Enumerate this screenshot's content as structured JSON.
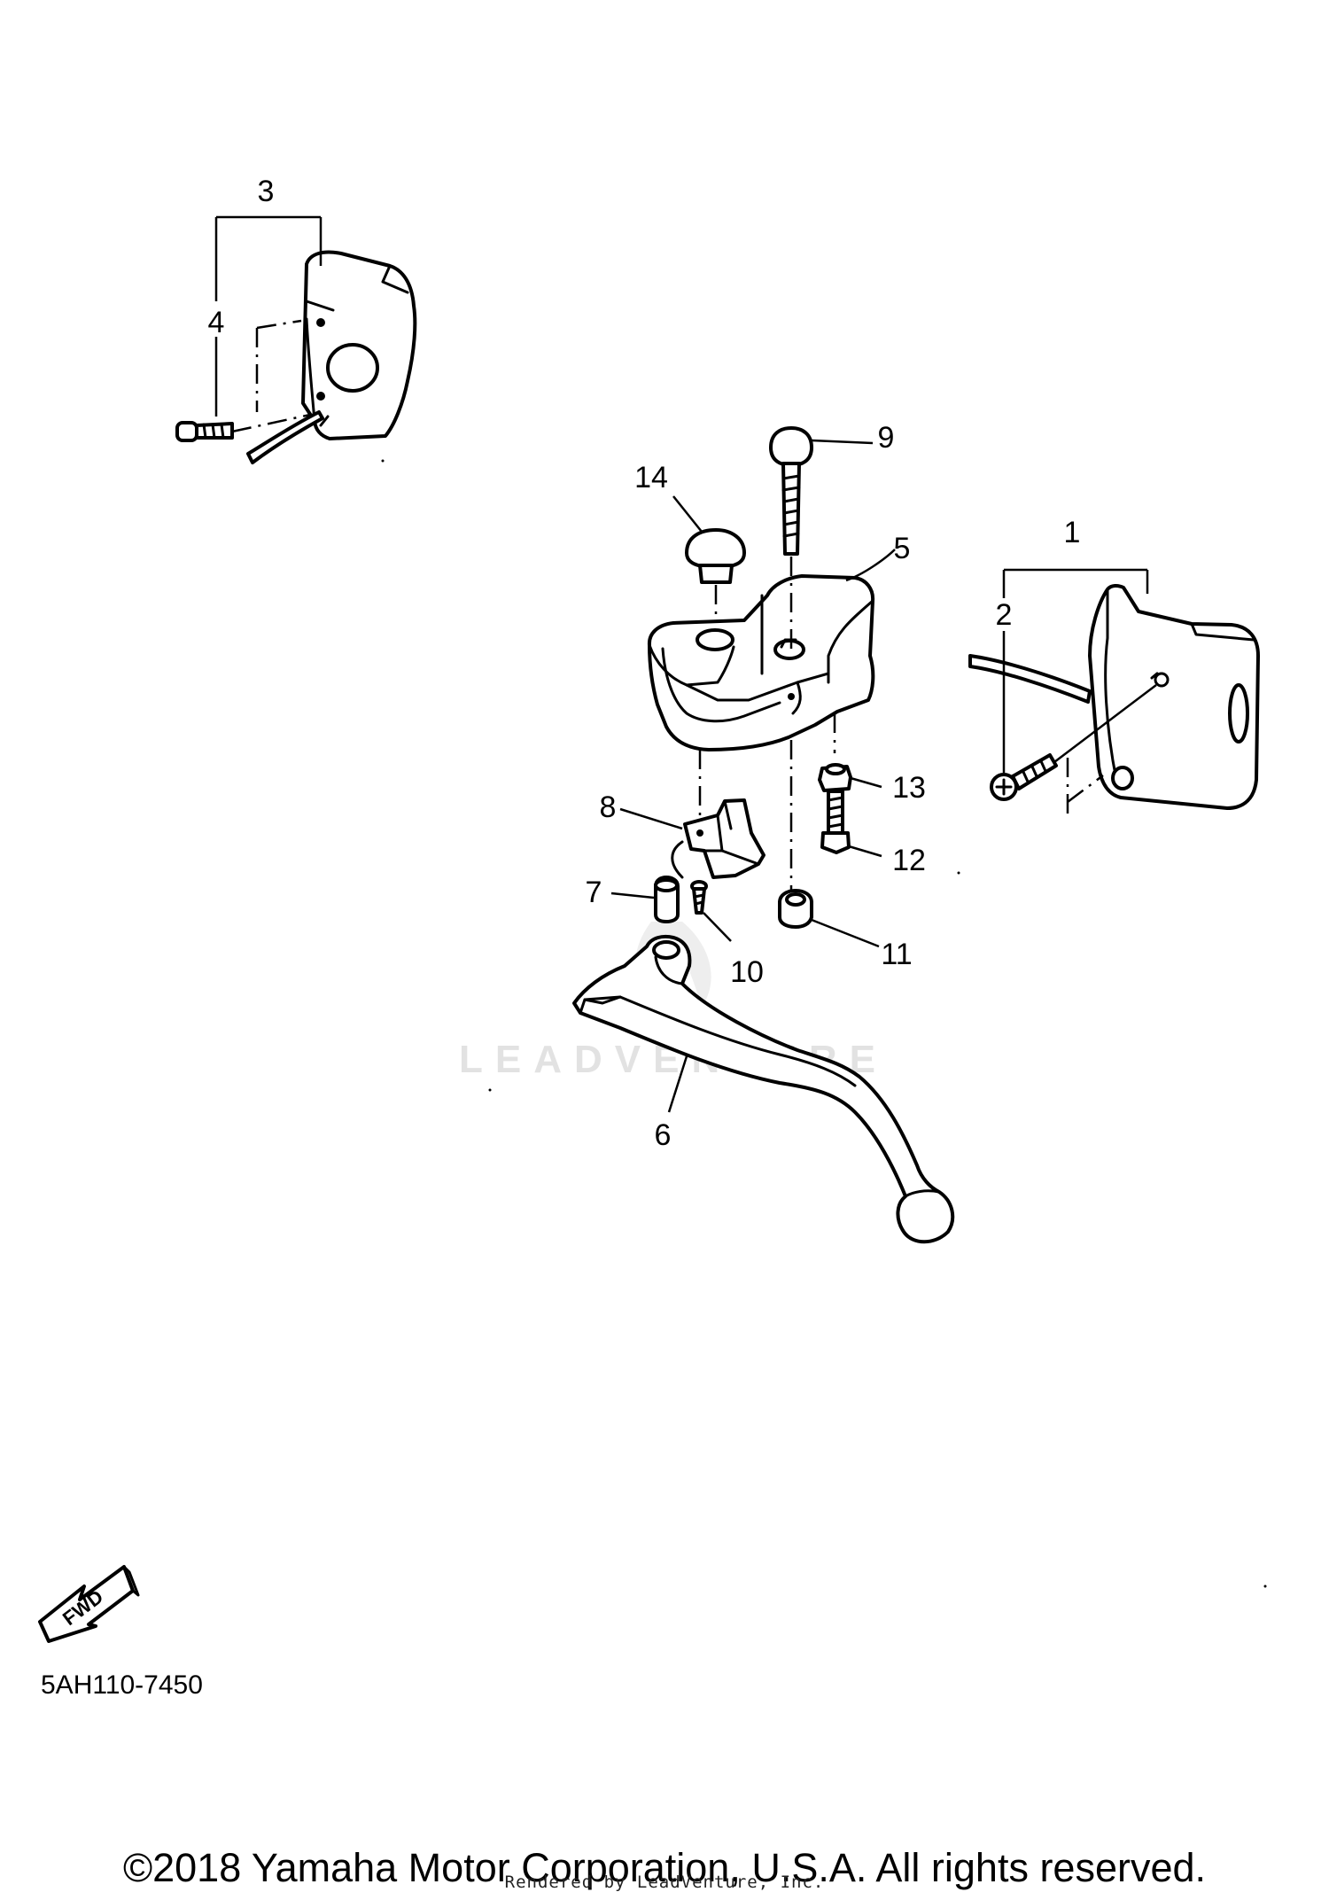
{
  "callouts": {
    "c1": "1",
    "c2": "2",
    "c3": "3",
    "c4": "4",
    "c5": "5",
    "c6": "6",
    "c7": "7",
    "c8": "8",
    "c9": "9",
    "c10": "10",
    "c11": "11",
    "c12": "12",
    "c13": "13",
    "c14": "14"
  },
  "fwd_arrow": {
    "label": "FWD"
  },
  "diagram_code": "5AH110-7450",
  "watermark": "LEADVENTURE",
  "footer": {
    "copyright": "©2018 Yamaha Motor Corporation, U.S.A. All rights reserved.",
    "rendered_by": "Rendered by LeadVenture, Inc."
  }
}
